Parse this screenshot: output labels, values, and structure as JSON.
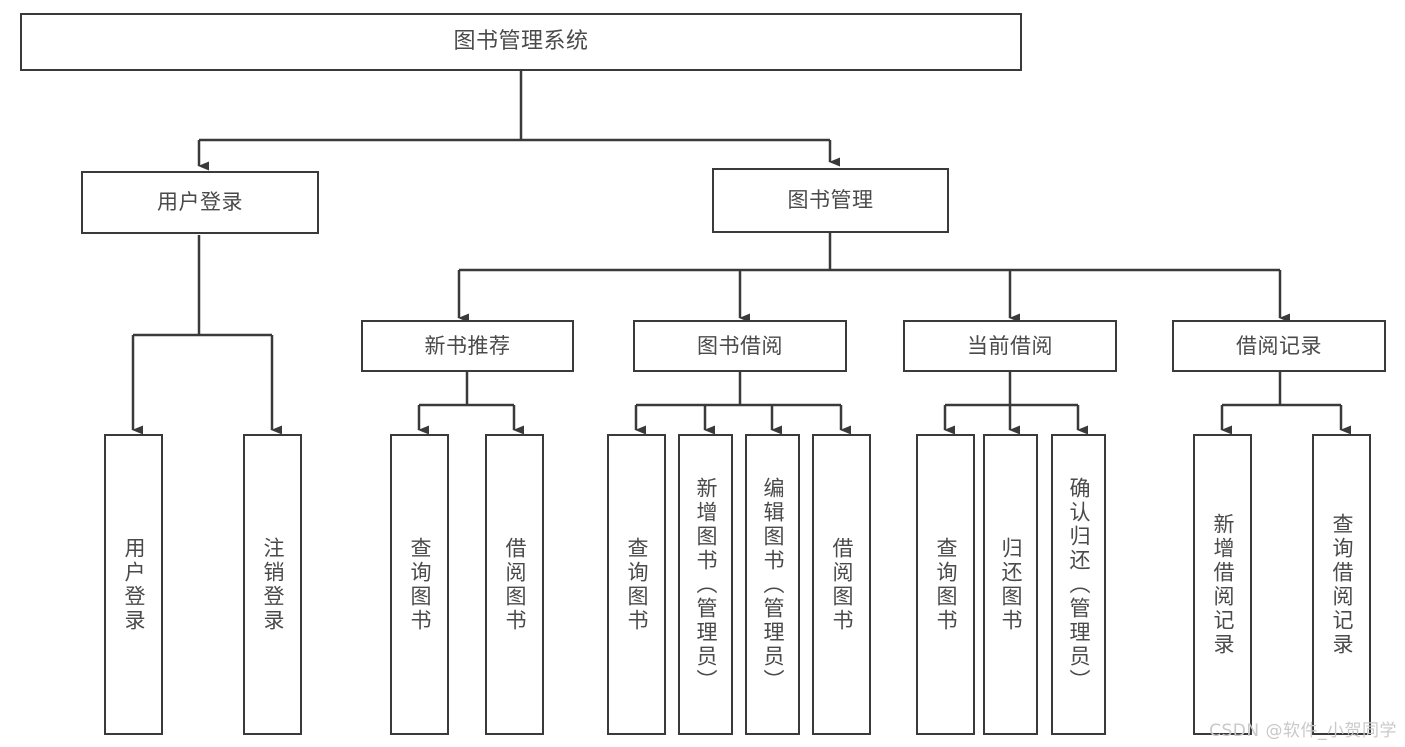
{
  "diagram": {
    "title": "图书管理系统",
    "watermark": "CSDN @软件_小贺同学",
    "colors": {
      "background": "#ffffff",
      "box_border": "#3a3a3a",
      "connector": "#3a3a3a",
      "text": "#4a4a4a",
      "watermark": "#c9c9c9"
    },
    "root": {
      "label": "图书管理系统"
    },
    "level1": [
      {
        "label": "用户登录"
      },
      {
        "label": "图书管理"
      }
    ],
    "level2": [
      {
        "label": "新书推荐"
      },
      {
        "label": "图书借阅"
      },
      {
        "label": "当前借阅"
      },
      {
        "label": "借阅记录"
      }
    ],
    "leaves": {
      "user_login": [
        {
          "label": "用户登录"
        },
        {
          "label": "注销登录"
        }
      ],
      "new_book_recommend": [
        {
          "label": "查询图书"
        },
        {
          "label": "借阅图书"
        }
      ],
      "book_borrow": [
        {
          "label": "查询图书"
        },
        {
          "label": "新增图书（管理员）"
        },
        {
          "label": "编辑图书（管理员）"
        },
        {
          "label": "借阅图书"
        }
      ],
      "current_borrow": [
        {
          "label": "查询图书"
        },
        {
          "label": "归还图书"
        },
        {
          "label": "确认归还（管理员）"
        }
      ],
      "borrow_record": [
        {
          "label": "新增借阅记录"
        },
        {
          "label": "查询借阅记录"
        }
      ]
    }
  }
}
